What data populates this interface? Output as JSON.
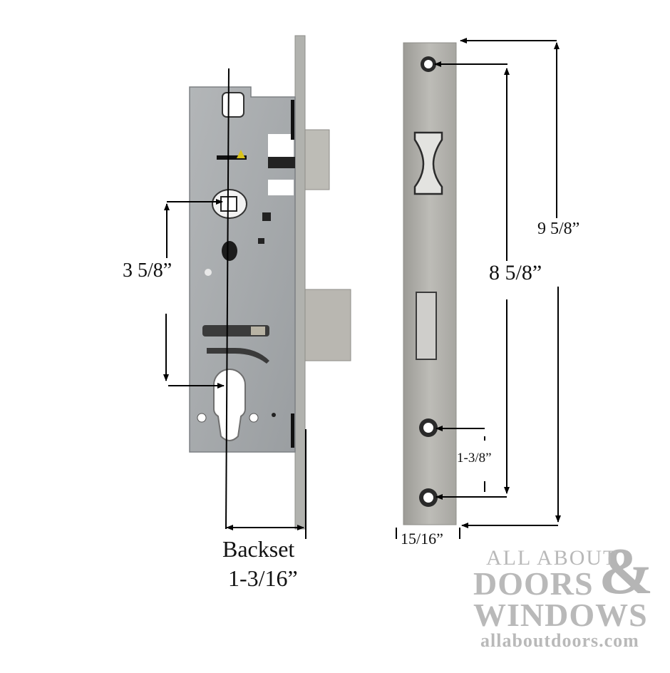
{
  "diagram": {
    "subject": "Mortise lock body and faceplate with dimensions",
    "colors": {
      "background": "#ffffff",
      "lock_body": "#a9adb0",
      "faceplate": "#b4b3ae",
      "dimension_lines": "#000000",
      "logo_text": "#b9b9b9"
    },
    "lock_body": {
      "dimensions": {
        "hub_to_cylinder": "3 5/8”",
        "backset_label": "Backset",
        "backset_value": "1-3/16”"
      }
    },
    "faceplate": {
      "dimensions": {
        "overall_length": "9 5/8”",
        "screw_hole_span": "8 5/8”",
        "lower_hole_spacing": "1-3/8”",
        "width": "15/16”"
      }
    }
  },
  "watermark": {
    "line1": "ALL ABOUT",
    "line2": "DOORS",
    "ampersand": "&",
    "line3": "WINDOWS",
    "url": "allaboutdoors.com"
  }
}
